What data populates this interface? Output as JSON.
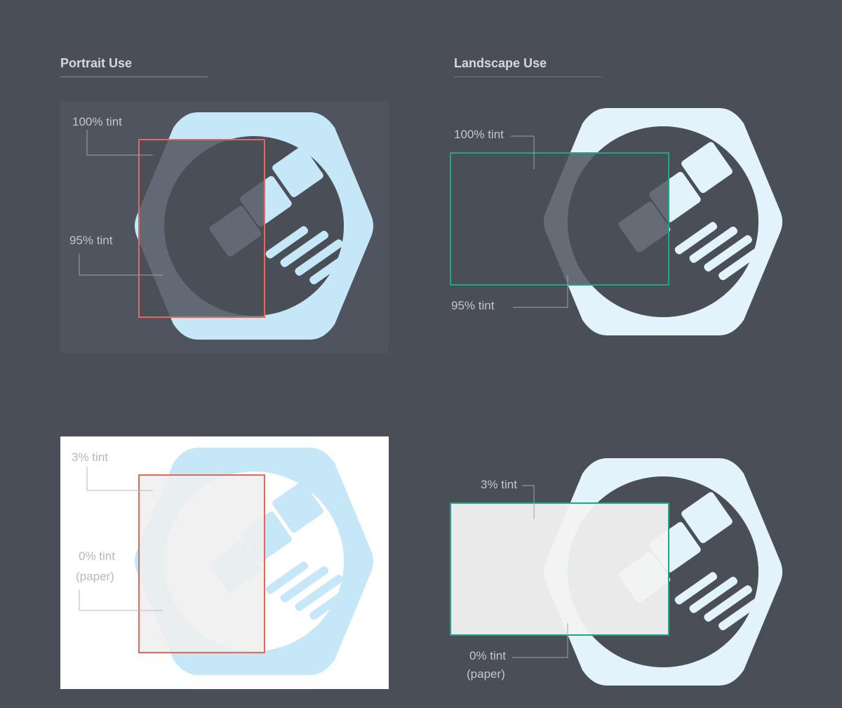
{
  "headings": {
    "portrait": "Portrait Use",
    "landscape": "Landscape Use"
  },
  "panels": {
    "portrait_dark": {
      "top_label": "100% tint",
      "bottom_label": "95% tint"
    },
    "landscape_dark": {
      "top_label": "100% tint",
      "bottom_label": "95% tint"
    },
    "portrait_light": {
      "top_label": "3% tint",
      "bottom_label_line1": "0% tint",
      "bottom_label_line2": "(paper)"
    },
    "landscape_light": {
      "top_label": "3% tint",
      "bottom_label_line1": "0% tint",
      "bottom_label_line2": "(paper)"
    }
  },
  "colors": {
    "background": "#4a4e57",
    "hex_blue": "#c5e7f7",
    "hex_pale_blue": "#e3f3fc",
    "portrait_frame": "#e3675c",
    "landscape_frame": "#1aa88a",
    "label_dark": "#c3c6cc",
    "label_light": "#b8b8b8"
  }
}
